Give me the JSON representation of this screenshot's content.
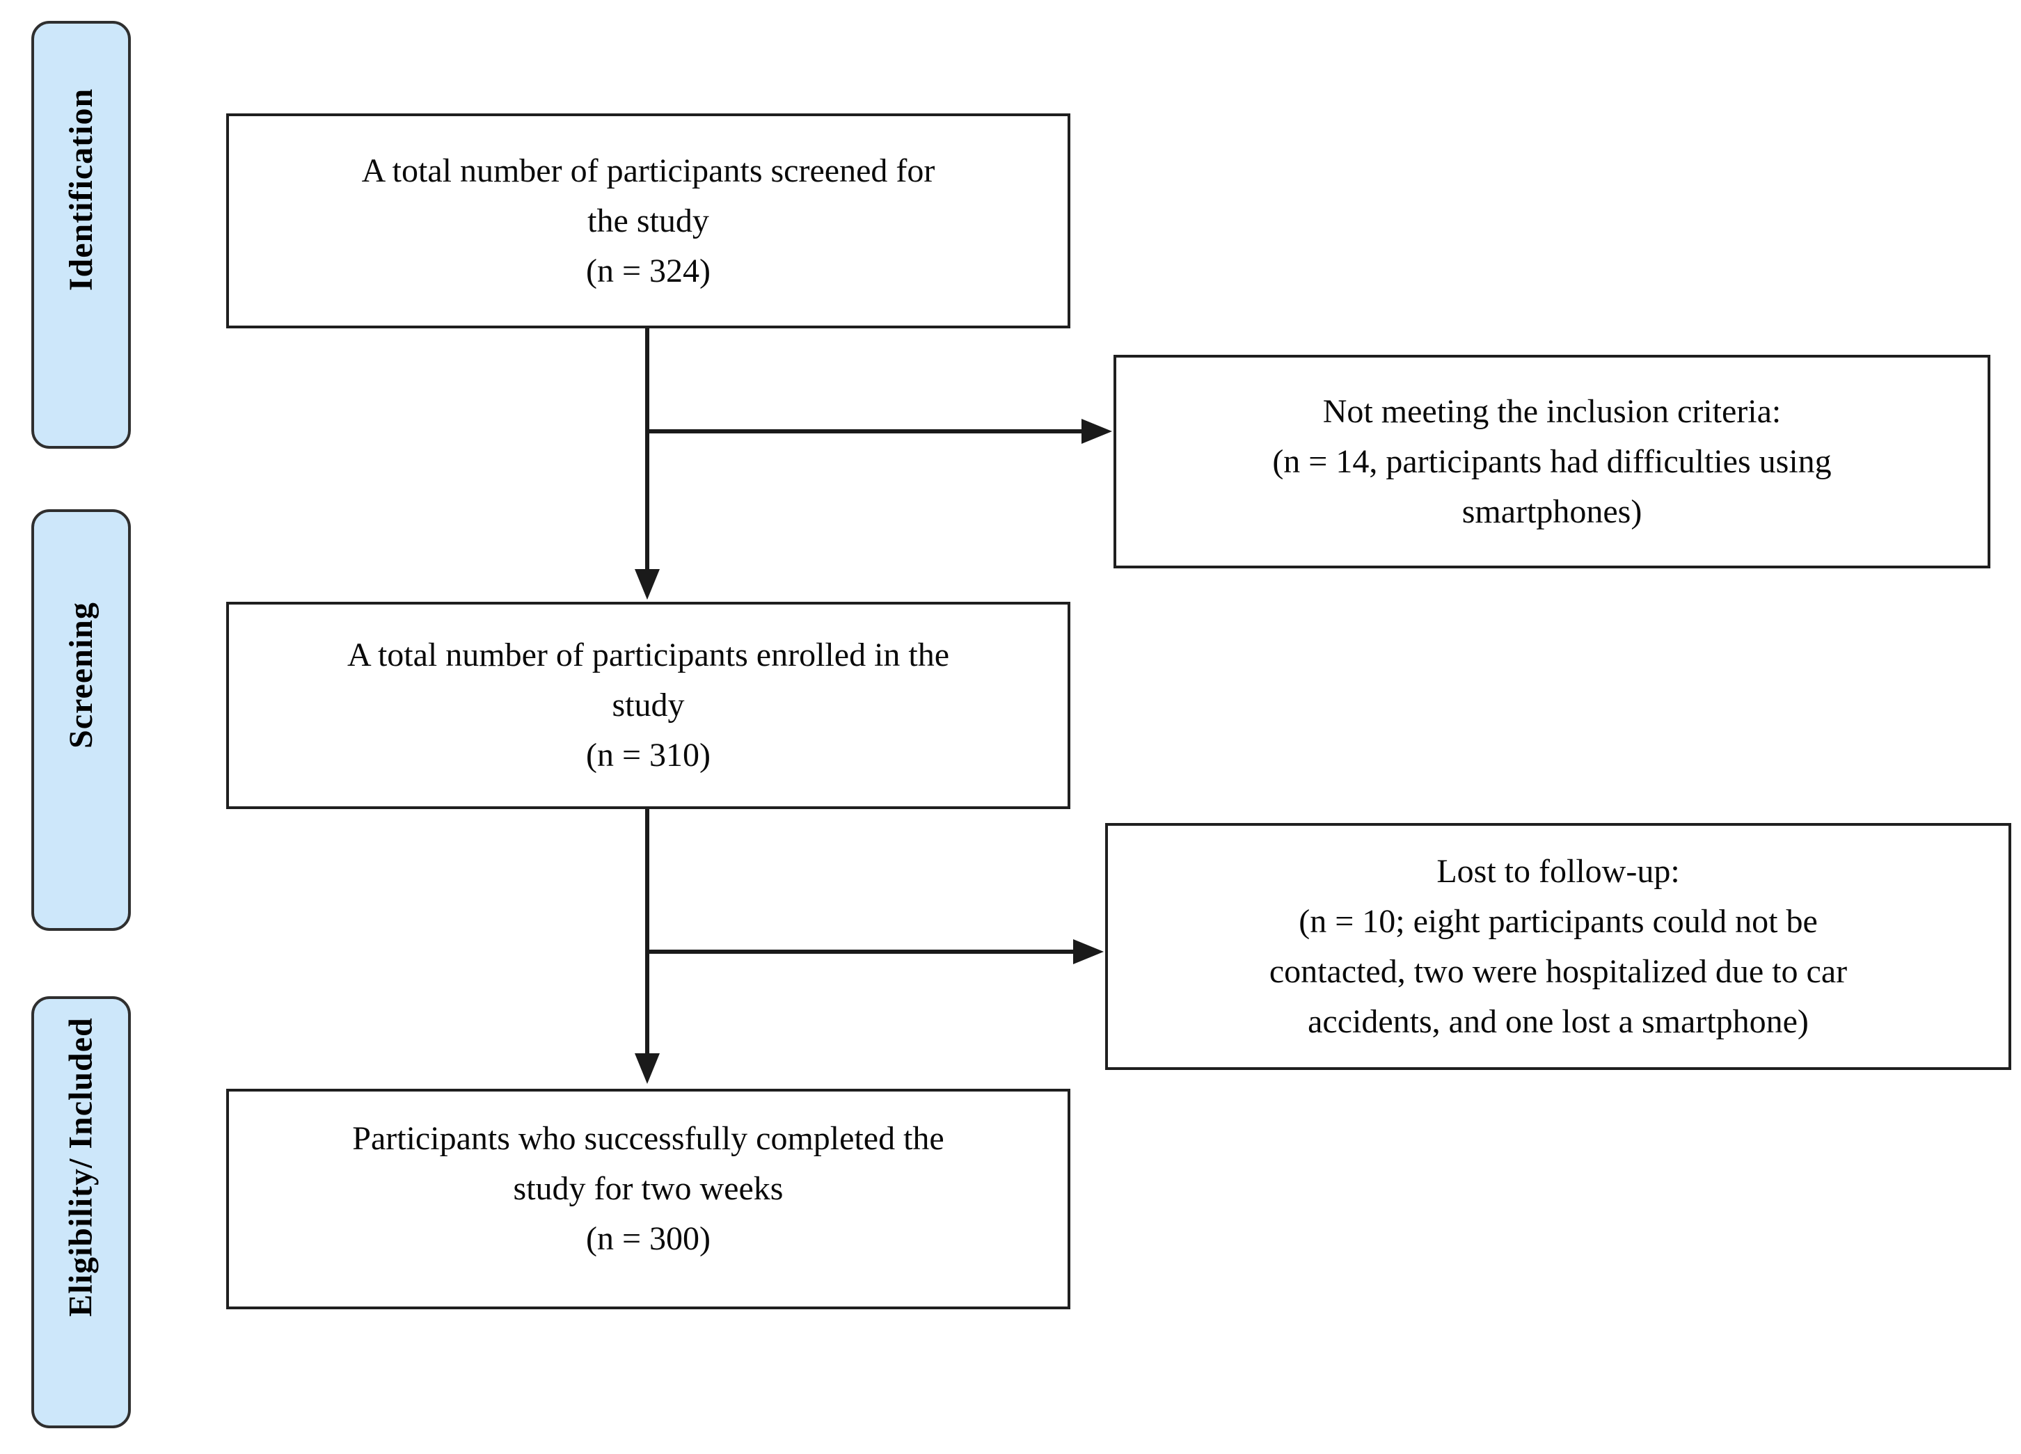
{
  "diagram_type": "study-participant-flowchart",
  "colors": {
    "stage_fill": "#cde7fa",
    "stage_border": "#2f2f2f",
    "box_border": "#1f1f1f",
    "arrow": "#1a1a1a",
    "text": "#0a0a0a"
  },
  "stages": [
    {
      "label": "Identification"
    },
    {
      "label": "Screening"
    },
    {
      "label": "Eligibility/ Included"
    }
  ],
  "flow_boxes": [
    {
      "lines": [
        "A total number of participants screened for",
        "the study",
        "(n = 324)"
      ]
    },
    {
      "lines": [
        "A total number of participants enrolled in the",
        "study",
        "(n = 310)"
      ]
    },
    {
      "lines": [
        "Participants who successfully completed the",
        "study for two weeks",
        "(n = 300)"
      ]
    }
  ],
  "exclusion_boxes": [
    {
      "lines": [
        "Not meeting the inclusion criteria:",
        "(n = 14, participants had difficulties using",
        "smartphones)"
      ]
    },
    {
      "lines": [
        "Lost to follow-up:",
        "(n = 10; eight participants could not be",
        "contacted, two were hospitalized due to car",
        "accidents, and one lost a smartphone)"
      ]
    }
  ],
  "counts": {
    "screened": 324,
    "enrolled": 310,
    "completed": 300,
    "not_meeting_inclusion_criteria": 14,
    "lost_to_followup": 10
  }
}
